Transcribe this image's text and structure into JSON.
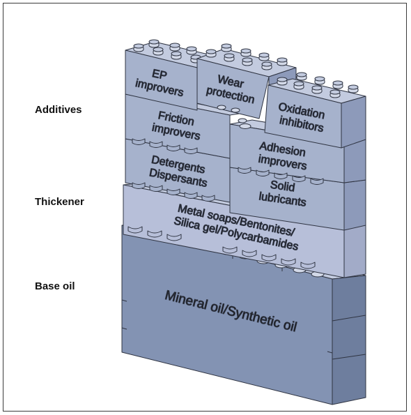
{
  "labels": {
    "additives": "Additives",
    "thickener": "Thickener",
    "base_oil": "Base oil"
  },
  "blocks": {
    "base_oil": "Mineral oil/Synthetic oil",
    "thickener_line1": "Metal soaps/Bentonites/",
    "thickener_line2": "Silica gel/Polycarbamides",
    "detergents_line1": "Detergents",
    "detergents_line2": "Dispersants",
    "solid_line1": "Solid",
    "solid_line2": "lubricants",
    "friction_line1": "Friction",
    "friction_line2": "improvers",
    "adhesion_line1": "Adhesion",
    "adhesion_line2": "improvers",
    "ep_line1": "EP",
    "ep_line2": "improvers",
    "wear_line1": "Wear",
    "wear_line2": "protection",
    "oxidation_line1": "Oxidation",
    "oxidation_line2": "inhibitors"
  },
  "colors": {
    "base_front": "#8393b3",
    "base_side": "#6e7e9e",
    "thickener_front": "#b7bfd9",
    "thickener_side": "#a2abc8",
    "additive_front": "#a6b2cc",
    "additive_side": "#8d9aba",
    "top_face": "#c3cbdf",
    "stroke": "#2f3442"
  }
}
